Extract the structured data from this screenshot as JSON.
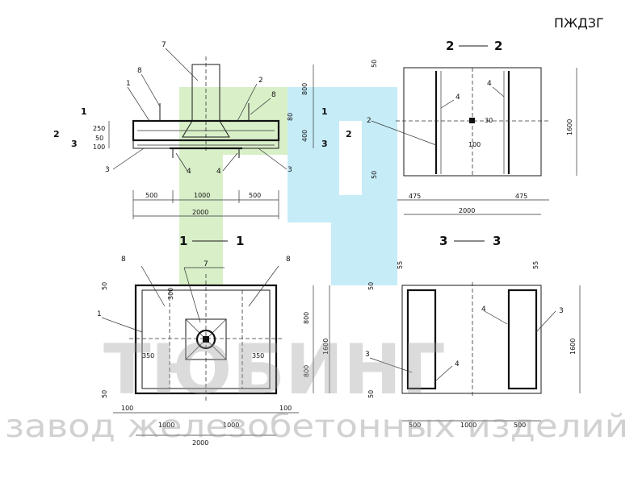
{
  "title": "ПЖДЗГ",
  "watermark": {
    "brand": "ТЮБИНГ",
    "subtitle": "завод железобетонных изделий"
  },
  "section_labels": {
    "s22": [
      "2",
      "2"
    ],
    "s11": [
      "1",
      "1"
    ],
    "s33": [
      "3",
      "3"
    ]
  },
  "cut_marks": {
    "c1": "1",
    "c2": "2",
    "c3": "3"
  },
  "callouts": {
    "n1": "1",
    "n2": "2",
    "n3": "3",
    "n4": "4",
    "n7": "7",
    "n8": "8"
  },
  "dimensions": {
    "d250": "250",
    "d50": "50",
    "d100": "100",
    "d800": "800",
    "d400": "400",
    "d500": "500",
    "d1000": "1000",
    "d2000": "2000",
    "d475": "475",
    "d1600": "1600",
    "d300": "300",
    "d350": "350",
    "d55": "55",
    "d30": "30",
    "d80": "80"
  },
  "colors": {
    "line": "#1a1a1a",
    "wm_green": "#d8efc8",
    "wm_cyan": "#c6ecf8",
    "wm_gray": "#9a9a9a"
  }
}
